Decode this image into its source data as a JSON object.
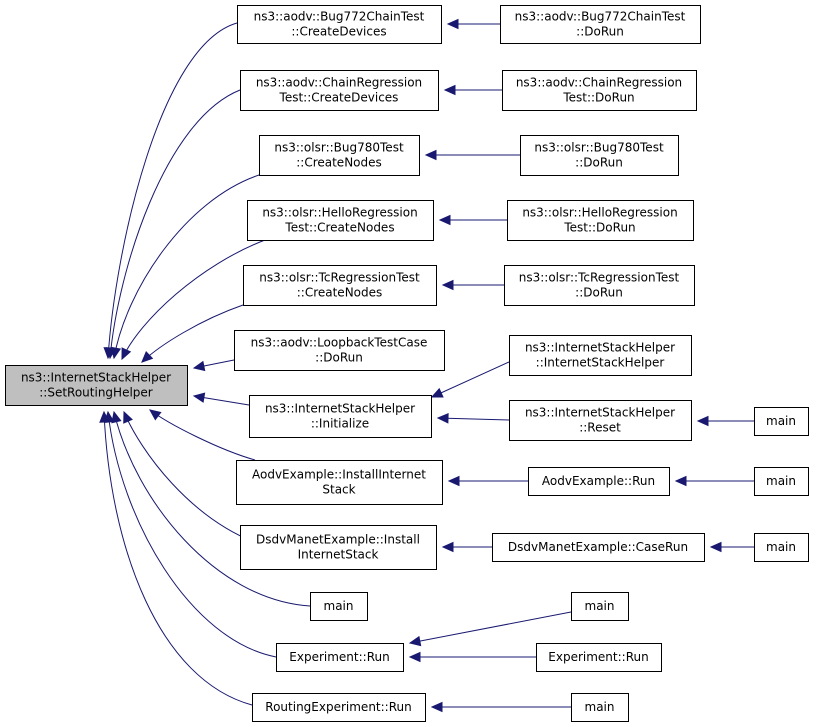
{
  "diagram": {
    "kind": "call-graph",
    "colors": {
      "edge": "#191970",
      "root_fill": "#bfbfbf",
      "node_fill": "#ffffff",
      "border": "#000000"
    },
    "nodes": [
      {
        "id": "root",
        "lines": [
          "ns3::InternetStackHelper",
          "::SetRoutingHelper"
        ]
      },
      {
        "id": "aodv-bug772-createdevices",
        "lines": [
          "ns3::aodv::Bug772ChainTest",
          "::CreateDevices"
        ]
      },
      {
        "id": "aodv-bug772-dorun",
        "lines": [
          "ns3::aodv::Bug772ChainTest",
          "::DoRun"
        ]
      },
      {
        "id": "aodv-chainreg-createdevices",
        "lines": [
          "ns3::aodv::ChainRegression",
          "Test::CreateDevices"
        ]
      },
      {
        "id": "aodv-chainreg-dorun",
        "lines": [
          "ns3::aodv::ChainRegression",
          "Test::DoRun"
        ]
      },
      {
        "id": "olsr-bug780-createnodes",
        "lines": [
          "ns3::olsr::Bug780Test",
          "::CreateNodes"
        ]
      },
      {
        "id": "olsr-bug780-dorun",
        "lines": [
          "ns3::olsr::Bug780Test",
          "::DoRun"
        ]
      },
      {
        "id": "olsr-helloreg-createnodes",
        "lines": [
          "ns3::olsr::HelloRegression",
          "Test::CreateNodes"
        ]
      },
      {
        "id": "olsr-helloreg-dorun",
        "lines": [
          "ns3::olsr::HelloRegression",
          "Test::DoRun"
        ]
      },
      {
        "id": "olsr-tcreg-createnodes",
        "lines": [
          "ns3::olsr::TcRegressionTest",
          "::CreateNodes"
        ]
      },
      {
        "id": "olsr-tcreg-dorun",
        "lines": [
          "ns3::olsr::TcRegressionTest",
          "::DoRun"
        ]
      },
      {
        "id": "aodv-loopback-dorun",
        "lines": [
          "ns3::aodv::LoopbackTestCase",
          "::DoRun"
        ]
      },
      {
        "id": "ish-initialize",
        "lines": [
          "ns3::InternetStackHelper",
          "::Initialize"
        ]
      },
      {
        "id": "ish-ctor",
        "lines": [
          "ns3::InternetStackHelper",
          "::InternetStackHelper"
        ]
      },
      {
        "id": "ish-reset",
        "lines": [
          "ns3::InternetStackHelper",
          "::Reset"
        ]
      },
      {
        "id": "main-reset",
        "lines": [
          "main"
        ]
      },
      {
        "id": "aodv-example-install",
        "lines": [
          "AodvExample::InstallInternet",
          "Stack"
        ]
      },
      {
        "id": "aodv-example-run",
        "lines": [
          "AodvExample::Run"
        ]
      },
      {
        "id": "main-aodv",
        "lines": [
          "main"
        ]
      },
      {
        "id": "dsdv-install",
        "lines": [
          "DsdvManetExample::Install",
          "InternetStack"
        ]
      },
      {
        "id": "dsdv-caserun",
        "lines": [
          "DsdvManetExample::CaseRun"
        ]
      },
      {
        "id": "main-dsdv",
        "lines": [
          "main"
        ]
      },
      {
        "id": "main-direct",
        "lines": [
          "main"
        ]
      },
      {
        "id": "experiment-run-1",
        "lines": [
          "Experiment::Run"
        ]
      },
      {
        "id": "main-experiment",
        "lines": [
          "main"
        ]
      },
      {
        "id": "experiment-run-2",
        "lines": [
          "Experiment::Run"
        ]
      },
      {
        "id": "routing-experiment-run",
        "lines": [
          "RoutingExperiment::Run"
        ]
      },
      {
        "id": "main-routing",
        "lines": [
          "main"
        ]
      }
    ],
    "edges": [
      {
        "from": "aodv-bug772-createdevices",
        "to": "root"
      },
      {
        "from": "aodv-chainreg-createdevices",
        "to": "root"
      },
      {
        "from": "olsr-bug780-createnodes",
        "to": "root"
      },
      {
        "from": "olsr-helloreg-createnodes",
        "to": "root"
      },
      {
        "from": "olsr-tcreg-createnodes",
        "to": "root"
      },
      {
        "from": "aodv-loopback-dorun",
        "to": "root"
      },
      {
        "from": "ish-initialize",
        "to": "root"
      },
      {
        "from": "aodv-example-install",
        "to": "root"
      },
      {
        "from": "dsdv-install",
        "to": "root"
      },
      {
        "from": "main-direct",
        "to": "root"
      },
      {
        "from": "experiment-run-1",
        "to": "root"
      },
      {
        "from": "routing-experiment-run",
        "to": "root"
      },
      {
        "from": "aodv-bug772-dorun",
        "to": "aodv-bug772-createdevices"
      },
      {
        "from": "aodv-chainreg-dorun",
        "to": "aodv-chainreg-createdevices"
      },
      {
        "from": "olsr-bug780-dorun",
        "to": "olsr-bug780-createnodes"
      },
      {
        "from": "olsr-helloreg-dorun",
        "to": "olsr-helloreg-createnodes"
      },
      {
        "from": "olsr-tcreg-dorun",
        "to": "olsr-tcreg-createnodes"
      },
      {
        "from": "ish-ctor",
        "to": "ish-initialize"
      },
      {
        "from": "ish-reset",
        "to": "ish-initialize"
      },
      {
        "from": "main-reset",
        "to": "ish-reset"
      },
      {
        "from": "aodv-example-run",
        "to": "aodv-example-install"
      },
      {
        "from": "main-aodv",
        "to": "aodv-example-run"
      },
      {
        "from": "dsdv-caserun",
        "to": "dsdv-install"
      },
      {
        "from": "main-dsdv",
        "to": "dsdv-caserun"
      },
      {
        "from": "main-experiment",
        "to": "experiment-run-1"
      },
      {
        "from": "experiment-run-2",
        "to": "experiment-run-1"
      },
      {
        "from": "main-routing",
        "to": "routing-experiment-run"
      }
    ]
  }
}
